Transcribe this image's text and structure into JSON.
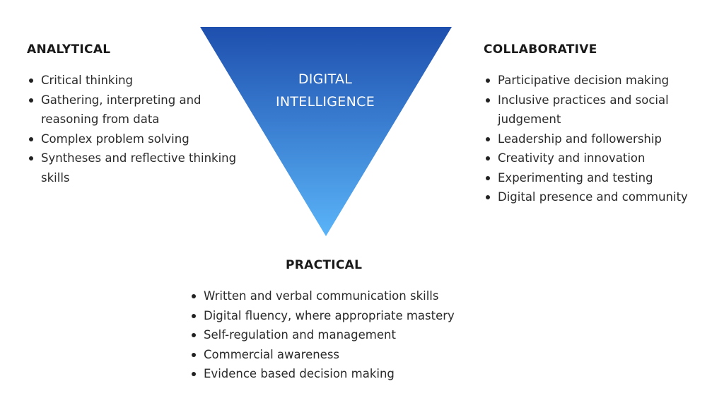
{
  "center": {
    "line1": "DIGITAL",
    "line2": "INTELLIGENCE"
  },
  "colors": {
    "triangle_top": "#1E4FAE",
    "triangle_bottom": "#5AB4F8",
    "text": "#222222"
  },
  "analytical": {
    "title": "ANALYTICAL",
    "items": [
      "Critical thinking",
      "Gathering, interpreting and reasoning from data",
      "Complex problem solving",
      "Syntheses and reflective thinking skills"
    ]
  },
  "collaborative": {
    "title": "COLLABORATIVE",
    "items": [
      "Participative decision making",
      "Inclusive practices and social judgement",
      "Leadership and followership",
      "Creativity and innovation",
      "Experimenting and testing",
      "Digital presence and community"
    ]
  },
  "practical": {
    "title": "PRACTICAL",
    "items": [
      "Written and verbal communication skills",
      "Digital fluency, where appropriate mastery",
      "Self-regulation and management",
      "Commercial awareness",
      "Evidence based decision making"
    ]
  }
}
